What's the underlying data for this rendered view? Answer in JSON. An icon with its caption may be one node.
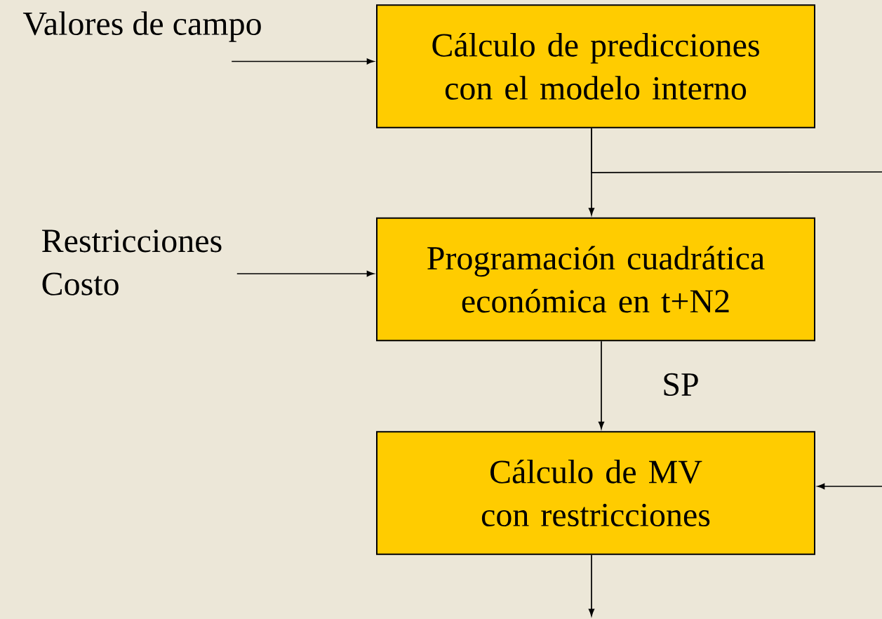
{
  "diagram": {
    "nodes": [
      {
        "text": [
          "Valores de campo"
        ]
      },
      {
        "text": [
          "Cálculo de predicciones con el modelo interno"
        ]
      },
      {
        "text": [
          "Restricciones",
          "Costo"
        ]
      },
      {
        "text": [
          "Programación cuadrática económica en t+N2"
        ]
      },
      {
        "text": [
          "Cálculo de MV con restricciones"
        ]
      }
    ],
    "edges": [
      {
        "from": 0,
        "to": 1,
        "arrow": "to"
      },
      {
        "from": 2,
        "to": 3,
        "arrow": "to"
      },
      {
        "from": 1,
        "to": 3,
        "arrow": "to"
      },
      {
        "from": 1,
        "to": null,
        "arrow": "none"
      },
      {
        "from": 3,
        "to": 4,
        "arrow": "to",
        "label": "SP"
      },
      {
        "from": null,
        "to": 4,
        "arrow": "to"
      },
      {
        "from": 4,
        "to": null,
        "arrow": "to"
      }
    ]
  }
}
